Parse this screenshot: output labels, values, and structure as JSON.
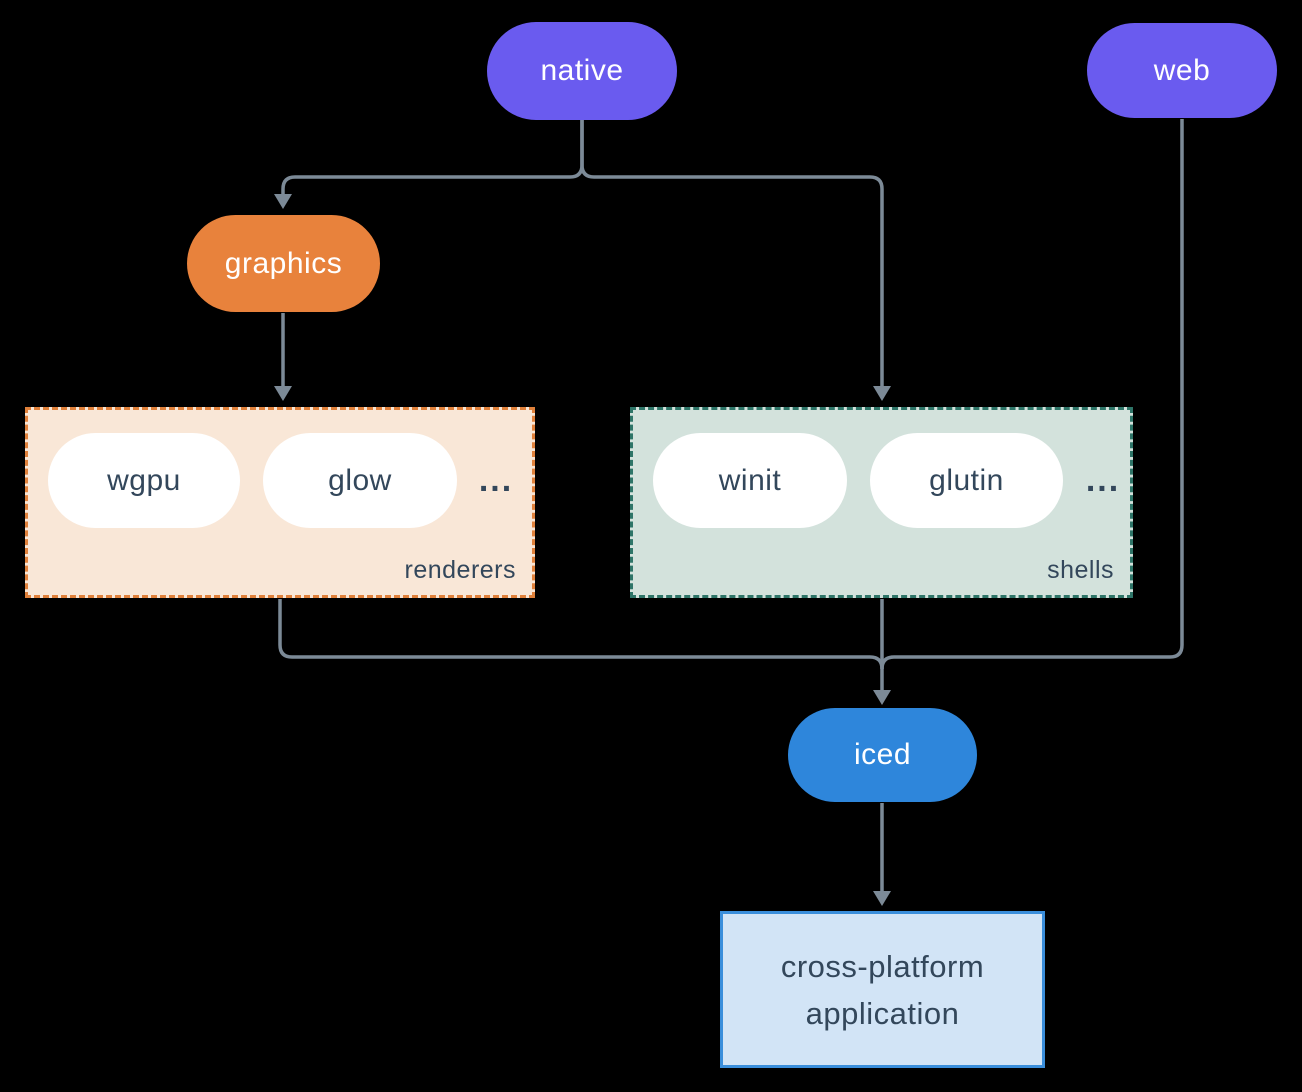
{
  "diagram": {
    "background_color": "#000000",
    "connector_color": "#7C8A97",
    "nodes": {
      "native": {
        "label": "native",
        "fill": "#6A5BEF",
        "text_color": "#FFFFFF"
      },
      "web": {
        "label": "web",
        "fill": "#6A5BEF",
        "text_color": "#FFFFFF"
      },
      "graphics": {
        "label": "graphics",
        "fill": "#E8823C",
        "text_color": "#FFFFFF"
      },
      "iced": {
        "label": "iced",
        "fill": "#2E86DB",
        "text_color": "#FFFFFF"
      },
      "application": {
        "lines": [
          "cross-platform",
          "application"
        ],
        "fill": "#D2E4F6",
        "border_color": "#3A8EDB",
        "text_color": "#33475B"
      }
    },
    "groups": {
      "renderers": {
        "label": "renderers",
        "fill": "#F9E7D7",
        "border_color": "#E0813B",
        "item_text_color": "#33475B",
        "items": [
          {
            "label": "wgpu"
          },
          {
            "label": "glow"
          }
        ],
        "ellipsis": "..."
      },
      "shells": {
        "label": "shells",
        "fill": "#D3E2DC",
        "border_color": "#2E7568",
        "item_text_color": "#33475B",
        "items": [
          {
            "label": "winit"
          },
          {
            "label": "glutin"
          }
        ],
        "ellipsis": "..."
      }
    }
  }
}
